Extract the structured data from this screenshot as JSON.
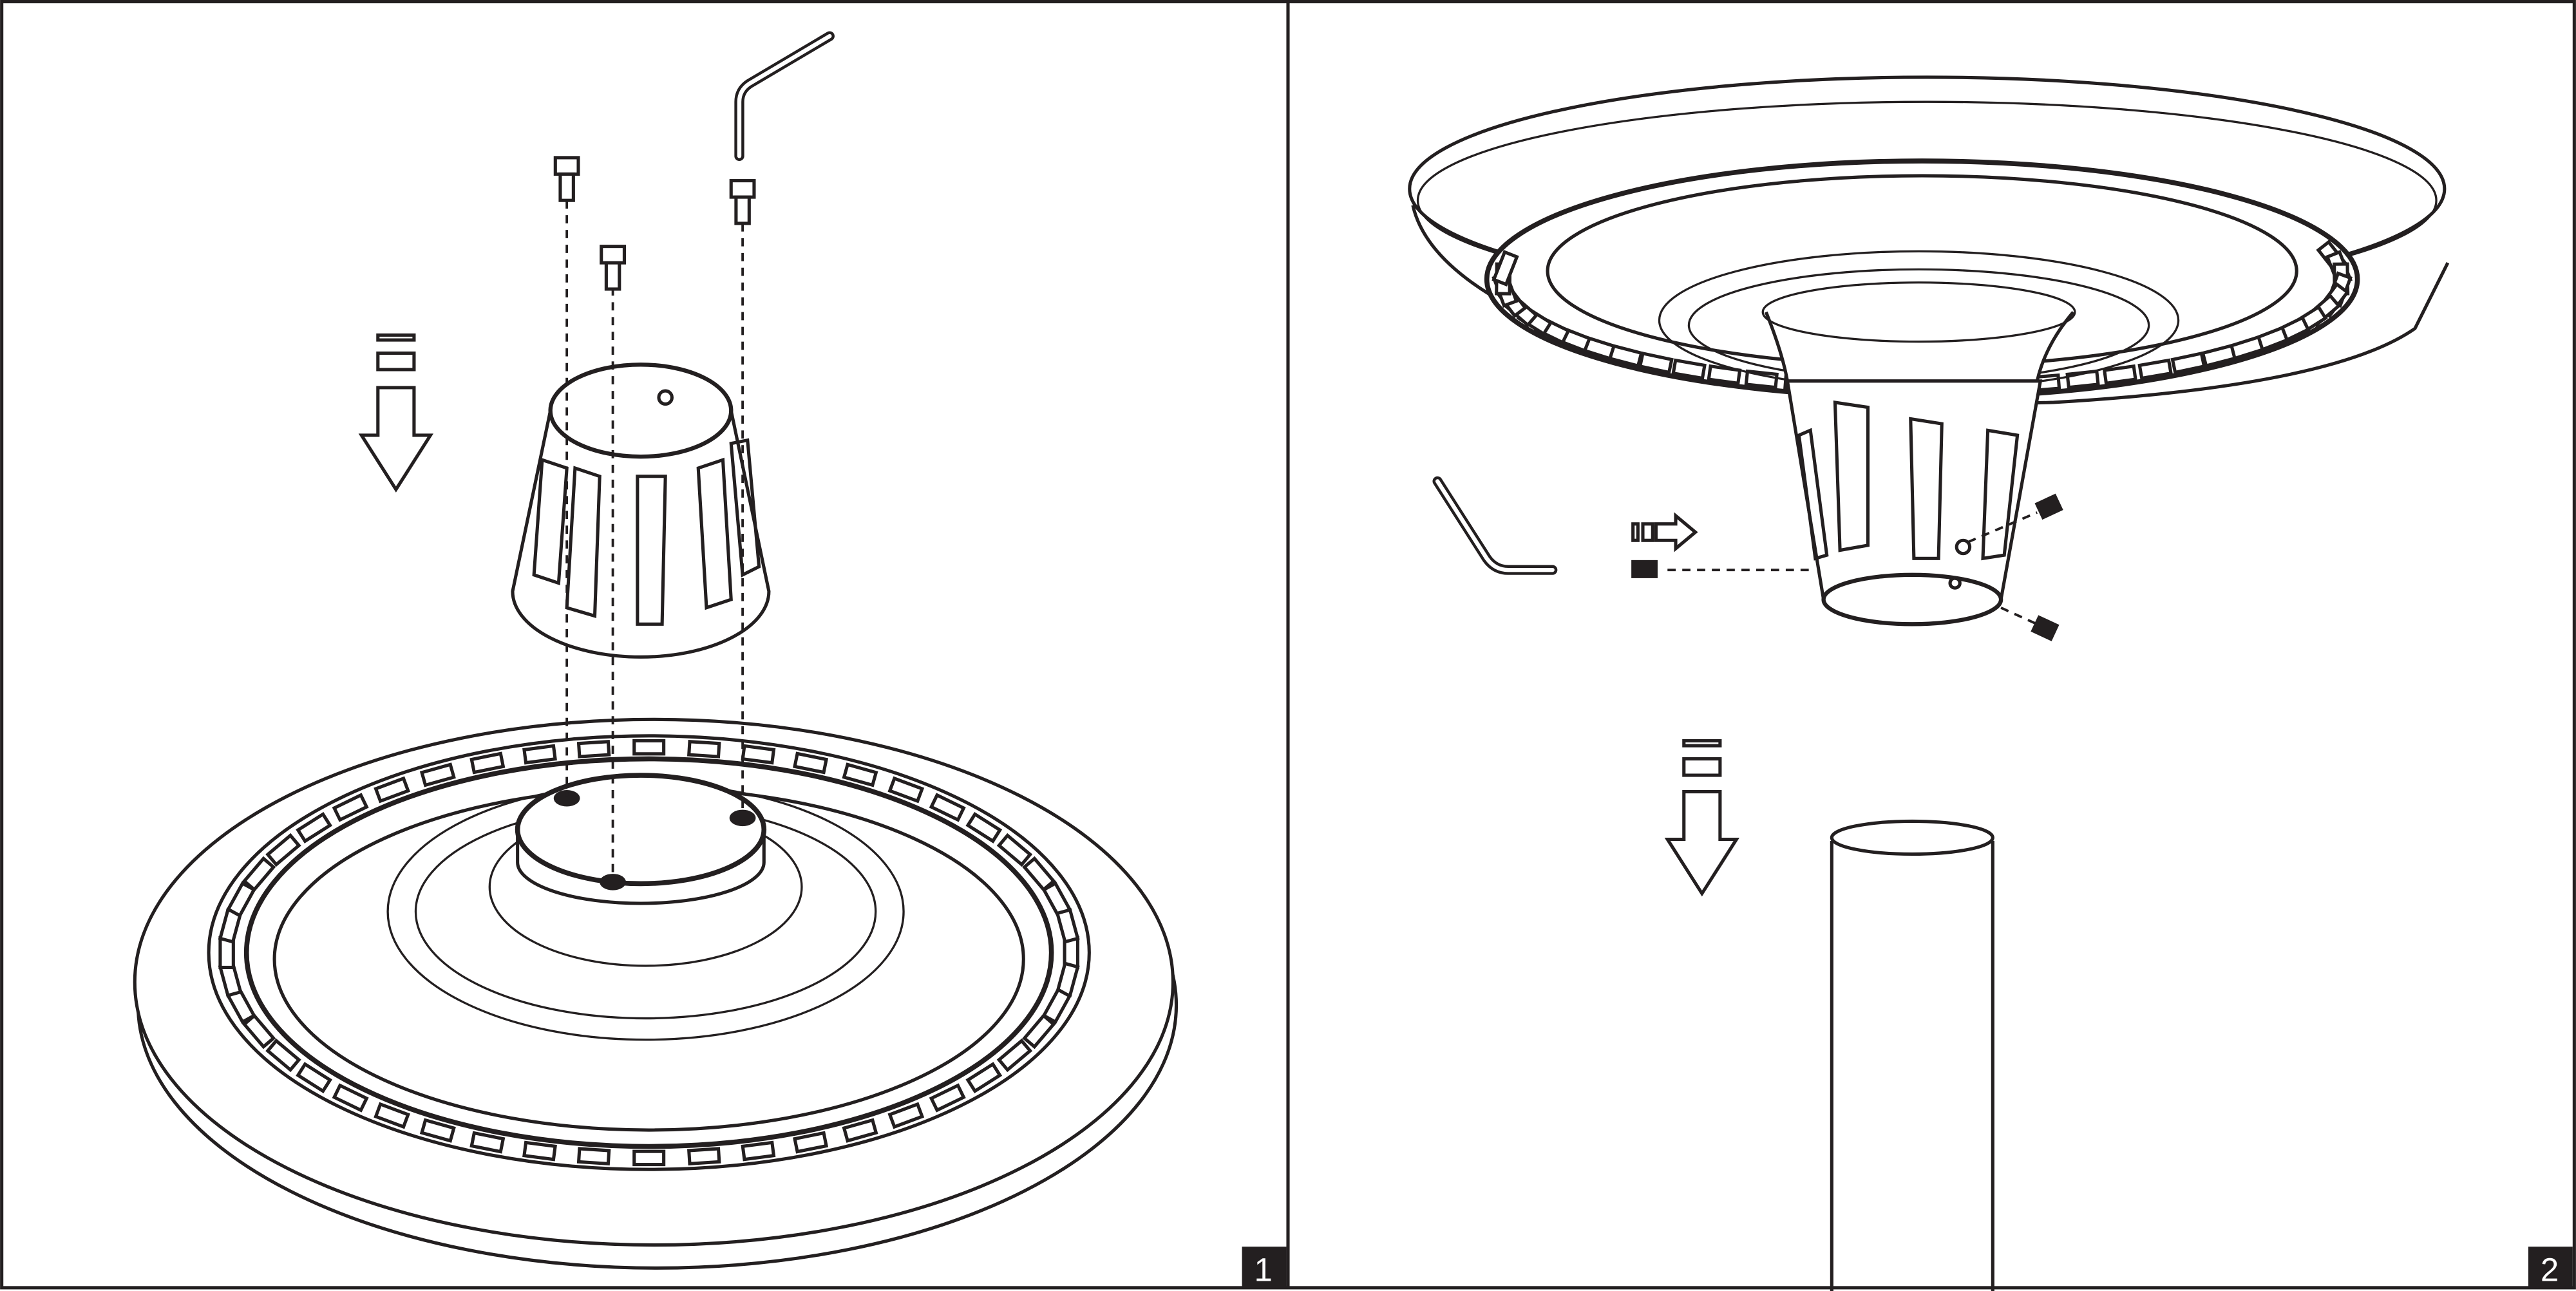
{
  "steps": [
    {
      "number": "1",
      "description_icon": "lower-arrow"
    },
    {
      "number": "2",
      "description_icon": "lower-arrow"
    }
  ],
  "colors": {
    "line": "#231f20",
    "background": "#ffffff",
    "badge": "#231f20"
  }
}
